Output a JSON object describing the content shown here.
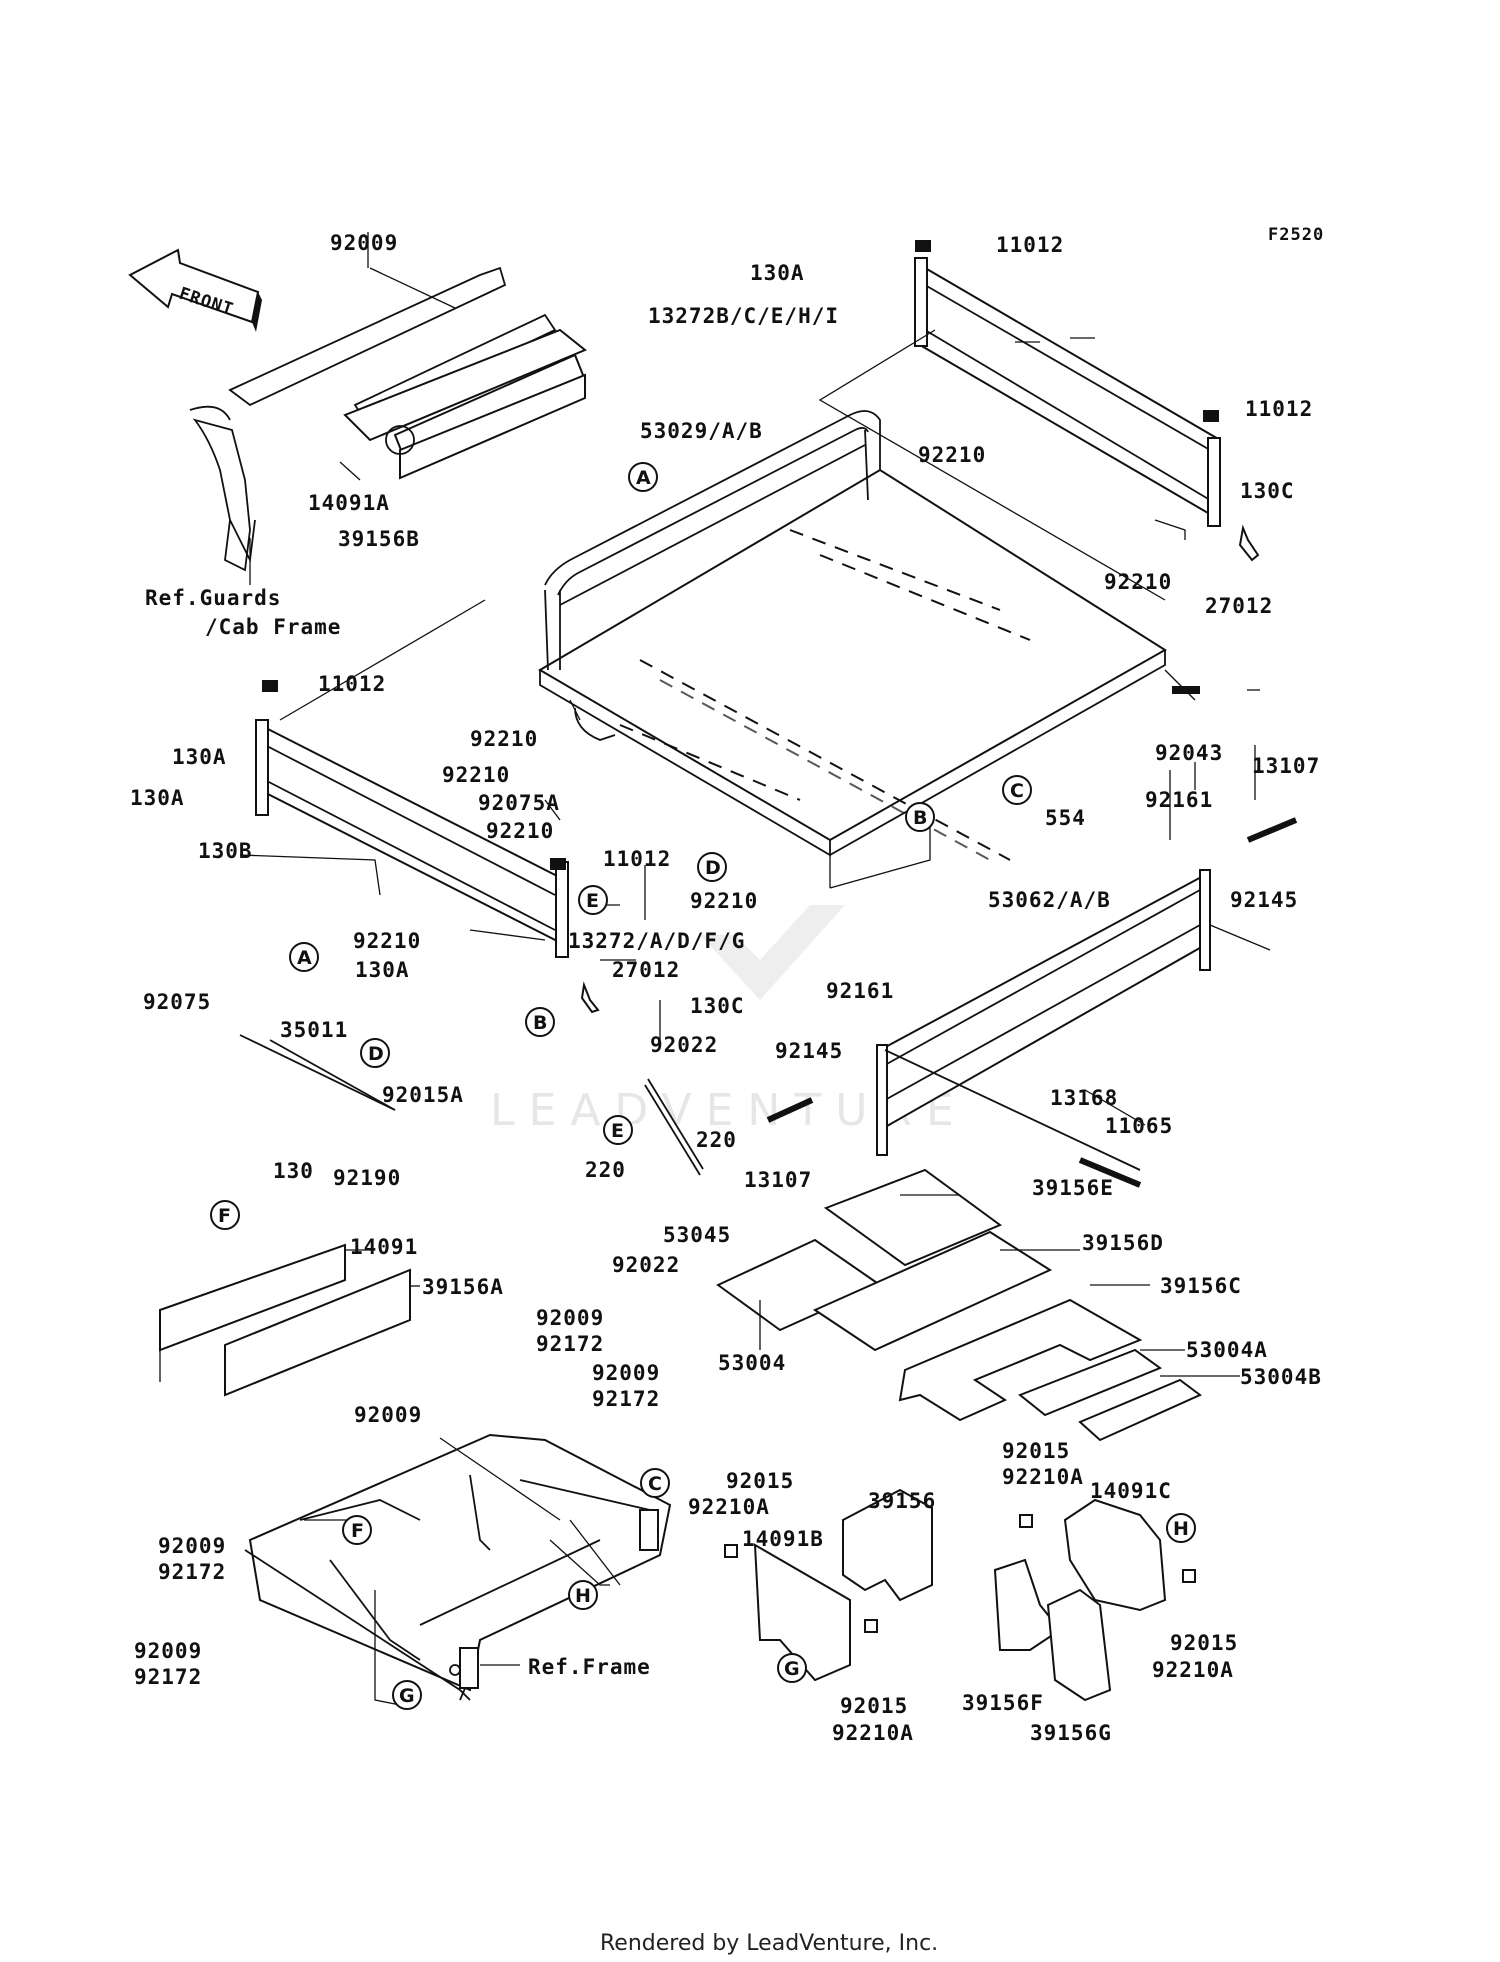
{
  "figure_code": "F2520",
  "front_label": "FRONT",
  "footer": "Rendered by LeadVenture, Inc.",
  "watermark": "LEADVENTURE",
  "parts": [
    {
      "id": "p1",
      "text": "92009"
    },
    {
      "id": "p2",
      "text": "14091A"
    },
    {
      "id": "p3",
      "text": "39156B"
    },
    {
      "id": "p4",
      "text": "Ref.Guards"
    },
    {
      "id": "p5",
      "text": "/Cab Frame"
    },
    {
      "id": "p6",
      "text": "130A"
    },
    {
      "id": "p7",
      "text": "11012"
    },
    {
      "id": "p8",
      "text": "13272B/C/E/H/I"
    },
    {
      "id": "p9",
      "text": "53029/A/B"
    },
    {
      "id": "p10",
      "text": "92210"
    },
    {
      "id": "p11",
      "text": "11012"
    },
    {
      "id": "p12",
      "text": "130C"
    },
    {
      "id": "p13",
      "text": "92210"
    },
    {
      "id": "p14",
      "text": "27012"
    },
    {
      "id": "p15",
      "text": "11012"
    },
    {
      "id": "p16",
      "text": "130A"
    },
    {
      "id": "p17",
      "text": "92210"
    },
    {
      "id": "p18",
      "text": "130A"
    },
    {
      "id": "p19",
      "text": "92210"
    },
    {
      "id": "p20",
      "text": "92075A"
    },
    {
      "id": "p21",
      "text": "92210"
    },
    {
      "id": "p22",
      "text": "130B"
    },
    {
      "id": "p23",
      "text": "11012"
    },
    {
      "id": "p24",
      "text": "92210"
    },
    {
      "id": "p25",
      "text": "13272/A/D/F/G"
    },
    {
      "id": "p26",
      "text": "130A"
    },
    {
      "id": "p27",
      "text": "27012"
    },
    {
      "id": "p28",
      "text": "130C"
    },
    {
      "id": "p29",
      "text": "92210"
    },
    {
      "id": "p30",
      "text": "92043"
    },
    {
      "id": "p31",
      "text": "554"
    },
    {
      "id": "p32",
      "text": "92161"
    },
    {
      "id": "p33",
      "text": "13107"
    },
    {
      "id": "p34",
      "text": "92145"
    },
    {
      "id": "p35",
      "text": "53062/A/B"
    },
    {
      "id": "p36",
      "text": "92075"
    },
    {
      "id": "p37",
      "text": "35011"
    },
    {
      "id": "p38",
      "text": "92015A"
    },
    {
      "id": "p39",
      "text": "130"
    },
    {
      "id": "p40",
      "text": "92190"
    },
    {
      "id": "p41",
      "text": "92161"
    },
    {
      "id": "p42",
      "text": "92022"
    },
    {
      "id": "p43",
      "text": "92145"
    },
    {
      "id": "p44",
      "text": "220"
    },
    {
      "id": "p45",
      "text": "13168"
    },
    {
      "id": "p46",
      "text": "11065"
    },
    {
      "id": "p47",
      "text": "13107"
    },
    {
      "id": "p48",
      "text": "220"
    },
    {
      "id": "p49",
      "text": "53045"
    },
    {
      "id": "p50",
      "text": "92022"
    },
    {
      "id": "p51",
      "text": "39156E"
    },
    {
      "id": "p52",
      "text": "39156D"
    },
    {
      "id": "p53",
      "text": "39156C"
    },
    {
      "id": "p54",
      "text": "53004"
    },
    {
      "id": "p55",
      "text": "53004A"
    },
    {
      "id": "p56",
      "text": "53004B"
    },
    {
      "id": "p57",
      "text": "14091"
    },
    {
      "id": "p58",
      "text": "39156A"
    },
    {
      "id": "p59",
      "text": "92009"
    },
    {
      "id": "p60",
      "text": "92172"
    },
    {
      "id": "p61",
      "text": "92009"
    },
    {
      "id": "p62",
      "text": "92172"
    },
    {
      "id": "p63",
      "text": "92009"
    },
    {
      "id": "p64",
      "text": "92015"
    },
    {
      "id": "p65",
      "text": "92210A"
    },
    {
      "id": "p66",
      "text": "39156"
    },
    {
      "id": "p67",
      "text": "14091B"
    },
    {
      "id": "p68",
      "text": "92015"
    },
    {
      "id": "p69",
      "text": "92210A"
    },
    {
      "id": "p70",
      "text": "14091C"
    },
    {
      "id": "p71",
      "text": "92009"
    },
    {
      "id": "p72",
      "text": "92172"
    },
    {
      "id": "p73",
      "text": "92009"
    },
    {
      "id": "p74",
      "text": "92172"
    },
    {
      "id": "p75",
      "text": "Ref.Frame"
    },
    {
      "id": "p76",
      "text": "92015"
    },
    {
      "id": "p77",
      "text": "92210A"
    },
    {
      "id": "p78",
      "text": "92015"
    },
    {
      "id": "p79",
      "text": "92210A"
    },
    {
      "id": "p80",
      "text": "39156F"
    },
    {
      "id": "p81",
      "text": "39156G"
    }
  ],
  "callouts": [
    "A",
    "A",
    "B",
    "B",
    "C",
    "C",
    "D",
    "D",
    "E",
    "E",
    "F",
    "F",
    "G",
    "G",
    "H",
    "H"
  ]
}
